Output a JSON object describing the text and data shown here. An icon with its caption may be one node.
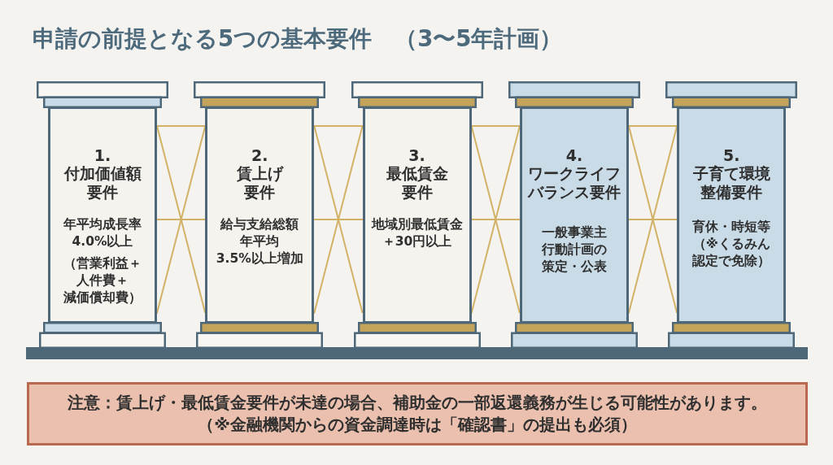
{
  "diagram": {
    "title": "申請の前提となる5つの基本要件　（3〜5年計画）",
    "nodes": [
      {
        "text": [
          "1.",
          "付加価値額要件",
          "年平均成長率4.0%以上",
          "（営業利益＋人件費＋減価償却費）"
        ]
      },
      {
        "text": [
          "2.",
          "賃上げ要件",
          "給与支給総額年平均3.5%以上増加"
        ]
      },
      {
        "text": [
          "3.",
          "最低賃金要件",
          "地域別最低賃金＋30円以上"
        ]
      },
      {
        "text": [
          "4.",
          "ワークライフバランス要件",
          "一般事業主行動計画の策定・公表"
        ]
      },
      {
        "text": [
          "5.",
          "子育て環境整備要件",
          "育休・時短等（※くるみん認定で免除）"
        ]
      },
      {
        "text": [
          "注意：賃上げ・最低賃金要件が未達の場合、補助金の一部返還義務が生じる可能性があります。",
          "（※金融機関からの資金調達時は「確認書」の提出も必須）"
        ]
      }
    ],
    "edges": [
      {
        "from": 0,
        "to": 1,
        "arrow": "none"
      },
      {
        "from": 1,
        "to": 2,
        "arrow": "none"
      },
      {
        "from": 2,
        "to": 3,
        "arrow": "none"
      },
      {
        "from": 3,
        "to": 4,
        "arrow": "none"
      }
    ]
  }
}
